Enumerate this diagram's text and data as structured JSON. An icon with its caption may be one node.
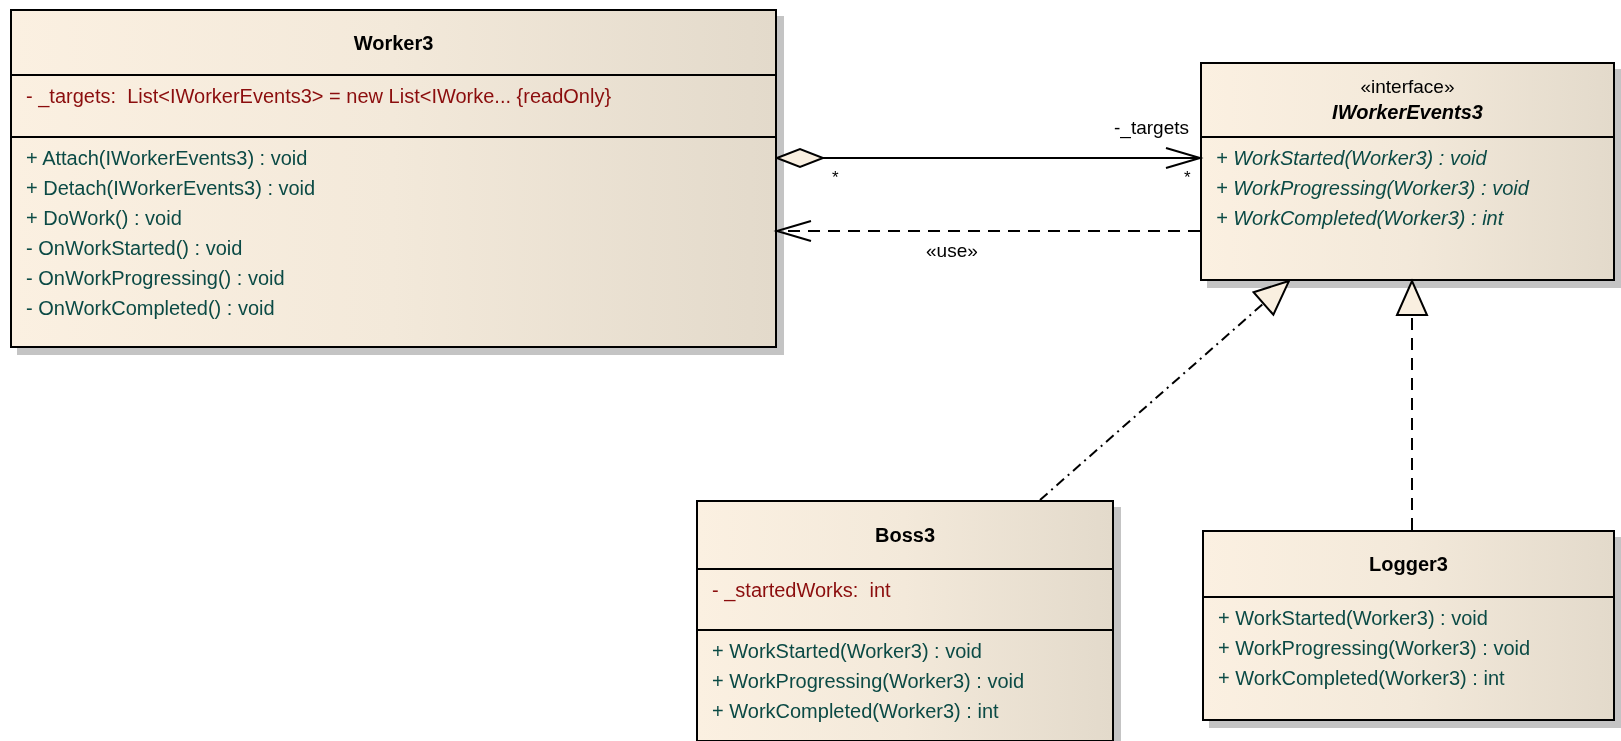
{
  "diagram": {
    "nodes": [
      {
        "text": [
          "Worker3"
        ]
      },
      {
        "text": [
          "- _targets:  List<IWorkerEvents3> = new List<IWorke... {readOnly}"
        ],
        "in": 0
      },
      {
        "text": [
          "+ Attach(IWorkerEvents3) : void",
          "+ Detach(IWorkerEvents3) : void",
          "+ DoWork() : void",
          "- OnWorkStarted() : void",
          "- OnWorkProgressing() : void",
          "- OnWorkCompleted() : void"
        ],
        "in": 0
      },
      {
        "text": [
          "«interface»",
          "IWorkerEvents3"
        ]
      },
      {
        "text": [
          "+ WorkStarted(Worker3) : void",
          "+ WorkProgressing(Worker3) : void",
          "+ WorkCompleted(Worker3) : int"
        ],
        "in": 3
      },
      {
        "text": [
          "Boss3"
        ]
      },
      {
        "text": [
          "- _startedWorks:  int"
        ],
        "in": 5
      },
      {
        "text": [
          "+ WorkStarted(Worker3) : void",
          "+ WorkProgressing(Worker3) : void",
          "+ WorkCompleted(Worker3) : int"
        ],
        "in": 5
      },
      {
        "text": [
          "Logger3"
        ]
      },
      {
        "text": [
          "+ WorkStarted(Worker3) : void",
          "+ WorkProgressing(Worker3) : void",
          "+ WorkCompleted(Worker3) : int"
        ],
        "in": 8
      }
    ],
    "edges": [
      {
        "from": 0,
        "to": 3,
        "arrow": "to",
        "label": "-_targets"
      },
      {
        "from": 3,
        "to": 0,
        "arrow": "to",
        "label": "«use»",
        "style": "dashed"
      },
      {
        "from": 5,
        "to": 3,
        "arrow": "to",
        "style": "dashed"
      },
      {
        "from": 8,
        "to": 3,
        "arrow": "to",
        "style": "dashed"
      }
    ],
    "labels": [
      "*",
      "*"
    ]
  }
}
